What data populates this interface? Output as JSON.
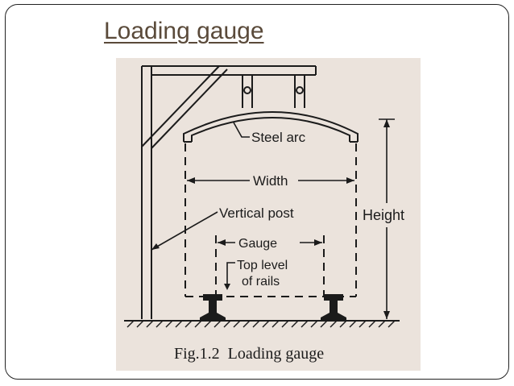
{
  "slide": {
    "title": "Loading gauge"
  },
  "figure": {
    "labels": {
      "steel_arc": "Steel arc",
      "width": "Width",
      "vertical_post": "Vertical post",
      "height": "Height",
      "gauge": "Gauge",
      "top_level": "Top level",
      "of_rails": "of rails"
    },
    "caption": "Fig.1.2  Loading gauge",
    "colors": {
      "paper": "#ebe3dc",
      "ink": "#1b1b1b",
      "title": "#5a4a3a"
    }
  }
}
